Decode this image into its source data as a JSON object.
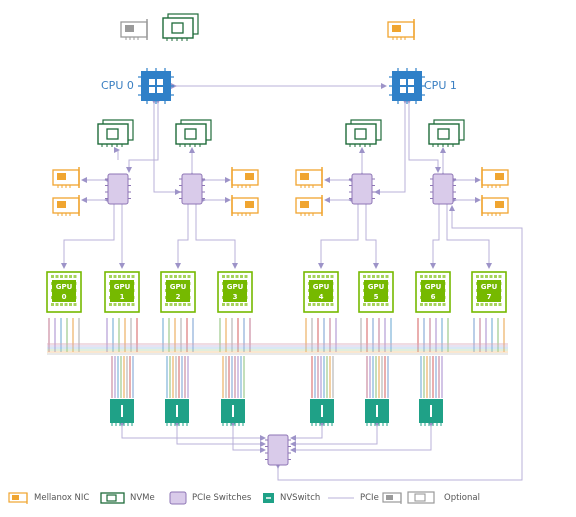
{
  "cpus": [
    {
      "id": "cpu0",
      "label": "CPU 0"
    },
    {
      "id": "cpu1",
      "label": "CPU 1"
    }
  ],
  "gpus": [
    "GPU 0",
    "GPU 1",
    "GPU 2",
    "GPU 3",
    "GPU 4",
    "GPU 5",
    "GPU 6",
    "GPU 7"
  ],
  "legend": {
    "nic": "Mellanox NIC",
    "nvme": "NVMe",
    "switch": "PCIe Switches",
    "nvswitch": "NVSwitch",
    "pcie": "PCIe",
    "optional": "Optional"
  },
  "colors": {
    "cpu": "#2f80c8",
    "gpu": "#76b900",
    "gpu_light": "#a6d35a",
    "nvswitch": "#1fa187",
    "pcie_switch_fill": "#d9cbea",
    "pcie_switch_stroke": "#8e76b5",
    "pcie_line": "#b9b1d8",
    "nvme": "#1e6b3a",
    "nic": "#f0a530",
    "optional": "#9a9a9a",
    "nvlink": [
      "#d9a9b9",
      "#c7b6df",
      "#9fc6e3",
      "#b6d7a8",
      "#f1c48a",
      "#c9c9c9",
      "#e59a9a",
      "#a9c1e3"
    ]
  }
}
